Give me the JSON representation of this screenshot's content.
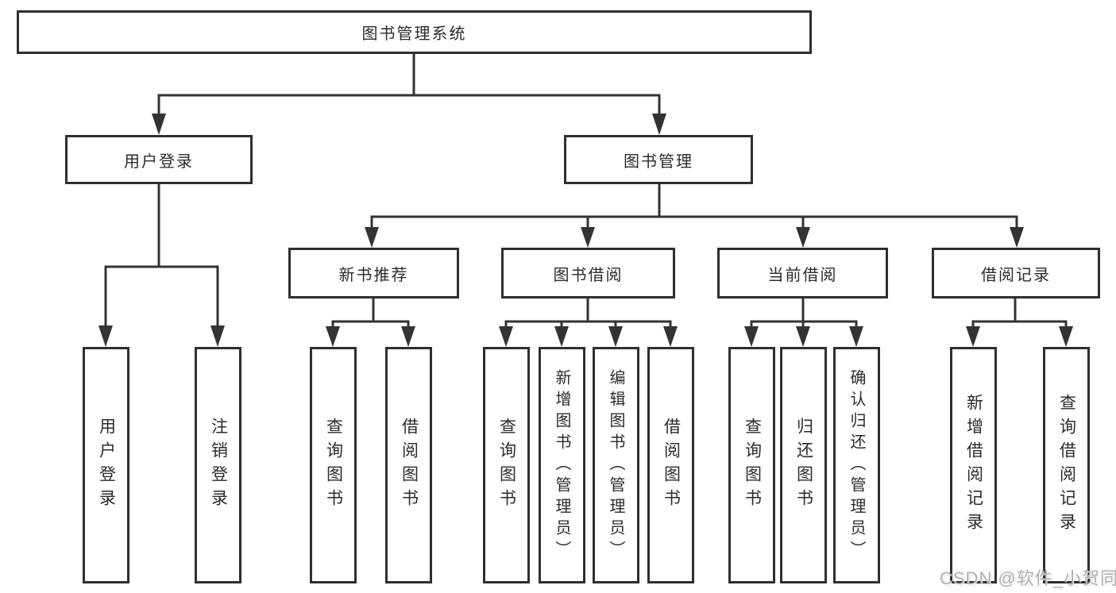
{
  "title": "图书管理系统",
  "nodes": {
    "root": {
      "label": "图书管理系统"
    },
    "user_login": {
      "label": "用户登录"
    },
    "book_mgmt": {
      "label": "图书管理"
    },
    "new_book_rec": {
      "label": "新书推荐"
    },
    "book_borrow": {
      "label": "图书借阅"
    },
    "current_borrow": {
      "label": "当前借阅"
    },
    "borrow_record": {
      "label": "借阅记录"
    },
    "user_login_leaf": {
      "label": "用户登录"
    },
    "logout_leaf": {
      "label": "注销登录"
    },
    "rec_query_books": {
      "label": "查询图书"
    },
    "rec_borrow_books": {
      "label": "借阅图书"
    },
    "bb_query_books": {
      "label": "查询图书"
    },
    "bb_add_books": {
      "label": "新增图书（管理员）"
    },
    "bb_edit_books": {
      "label": "编辑图书（管理员）"
    },
    "bb_borrow_books": {
      "label": "借阅图书"
    },
    "cb_query_books": {
      "label": "查询图书"
    },
    "cb_return_books": {
      "label": "归还图书"
    },
    "cb_confirm_return": {
      "label": "确认归还（管理员）"
    },
    "br_add_record": {
      "label": "新增借阅记录"
    },
    "br_query_record": {
      "label": "查询借阅记录"
    }
  },
  "watermark": {
    "text": "CSDN @软件_小贺同学"
  },
  "colors": {
    "line": "#333333",
    "box_border": "#2f2f2f",
    "box_fill": "#ffffff",
    "text": "#2b2b2b",
    "watermark": "#b0b0b0"
  }
}
